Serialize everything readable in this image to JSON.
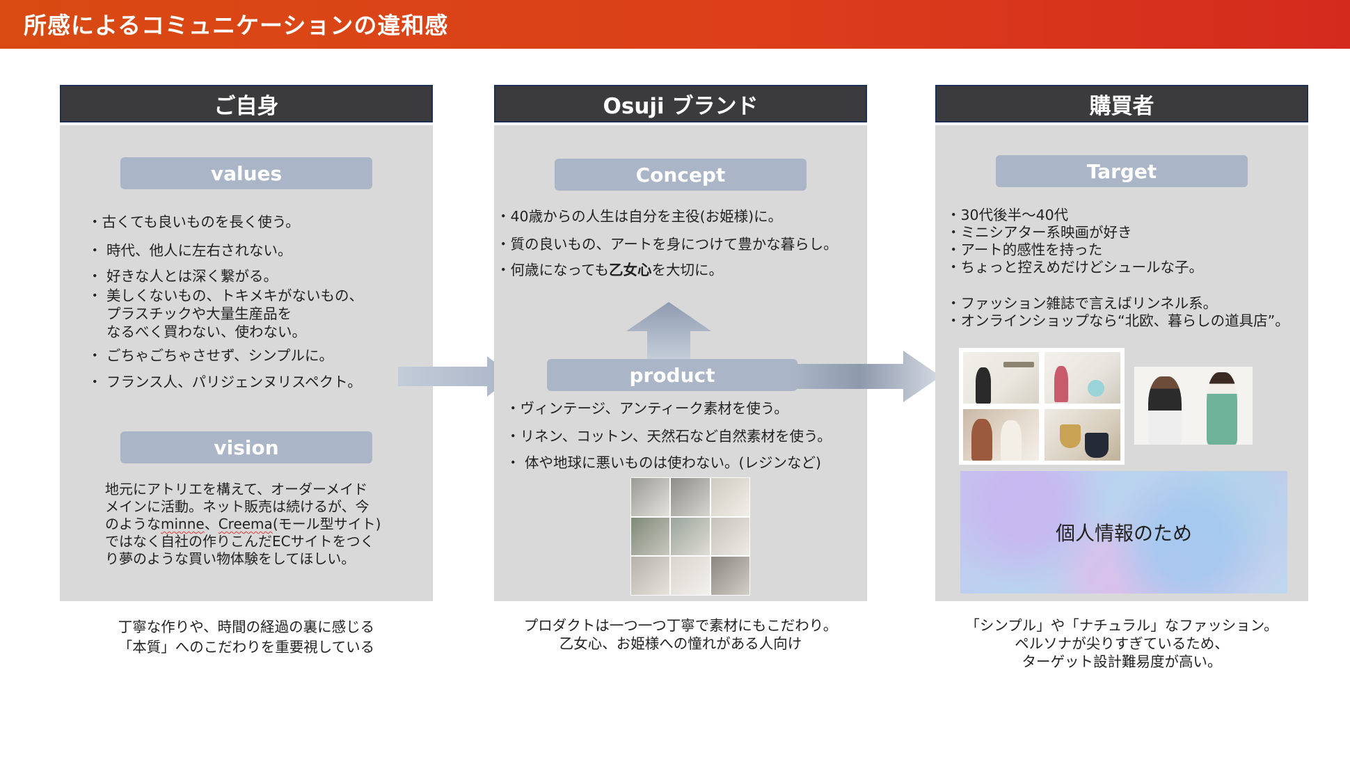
{
  "title": "所感によるコミュニケーションの違和感",
  "columns": {
    "self": {
      "header": "ご自身",
      "values_label": "values",
      "values_items": [
        "・古くても良いものを長く使う。",
        "・ 時代、他人に左右されない。",
        "・ 好きな人とは深く繋がる。",
        "・ 美しくないもの、トキメキがないもの、",
        "　 プラスチックや大量生産品を",
        "　 なるべく買わない、使わない。",
        "・ ごちゃごちゃさせず、シンプルに。",
        "・ フランス人、パリジェンヌリスペクト。"
      ],
      "vision_label": "vision",
      "vision_lines": [
        "地元にアトリエを構えて、オーダーメイド",
        "メインに活動。ネット販売は続けるが、今",
        "のような",
        "minne",
        "、",
        "Creema",
        "(モール型サイト)",
        "ではなく自社の作りこんだECサイトをつく",
        "り夢のような買い物体験をしてほしい。"
      ],
      "caption_lines": [
        "丁寧な作りや、時間の経過の裏に感じる",
        "「本質」へのこだわりを重要視している"
      ]
    },
    "brand": {
      "header": "Osuji ブランド",
      "concept_label": "Concept",
      "concept_items": [
        "・40歳からの人生は自分を主役(お姫様)に。",
        "・質の良いもの、アートを身につけて豊かな暮らし。",
        "・何歳になっても",
        "乙女心",
        "を大切に。"
      ],
      "product_label": "product",
      "product_items": [
        "・ヴィンテージ、アンティーク素材を使う。",
        "・リネン、コットン、天然石など自然素材を使う。",
        "・ 体や地球に悪いものは使わない。(レジンなど)"
      ],
      "caption_lines": [
        "プロダクトは一つ一つ丁寧で素材にもこだわり。",
        "乙女心、お姫様への憧れがある人向け"
      ]
    },
    "buyer": {
      "header": "購買者",
      "target_label": "Target",
      "target_items": [
        "・30代後半～40代",
        "・ミニシアター系映画が好き",
        "・アート的感性を持った",
        "・ちょっと控えめだけどシュールな子。",
        "・ファッション雑誌で言えばリンネル系。",
        "・オンラインショップなら“北欧、暮らしの道具店”。"
      ],
      "privacy_text": "個人情報のため",
      "caption_lines": [
        "「シンプル」や「ナチュラル」なファッション。",
        "ペルソナが尖りすぎているため、",
        "ターゲット設計難易度が高い。"
      ]
    }
  },
  "colors": {
    "title_bar": "#d84a12",
    "header_bg": "#3b3b3d",
    "panel_bg": "#d9d9d9",
    "pill_bg": "#aab5c7",
    "arrow": "#b6c0cf"
  }
}
